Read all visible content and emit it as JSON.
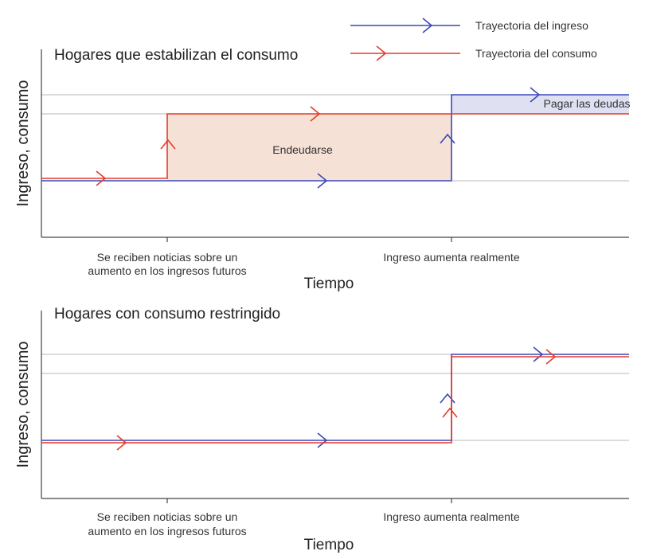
{
  "colors": {
    "income": "#3a48b8",
    "consumption": "#e43b2b",
    "borrow_fill": "#f6e1d6",
    "repay_fill": "#dfe1f2",
    "grid": "#b8b8b8"
  },
  "legend": [
    {
      "label": "Trayectoria del ingreso",
      "series": "income"
    },
    {
      "label": "Trayectoria del consumo",
      "series": "consumption"
    }
  ],
  "chart_data": [
    {
      "type": "line",
      "title": "Hogares que estabilizan el consumo",
      "xlabel": "Tiempo",
      "ylabel": "Ingreso, consumo",
      "x_ticks": [
        {
          "t": 1,
          "label": [
            "Se reciben noticias sobre un",
            "aumento en los ingresos futuros"
          ]
        },
        {
          "t": 3,
          "label": [
            "Ingreso aumenta realmente"
          ]
        }
      ],
      "grid_levels": [
        1.0,
        2.0,
        2.3
      ],
      "series": [
        {
          "name": "income",
          "steps": [
            {
              "t0": 0,
              "t1": 3,
              "v": 1.0
            },
            {
              "t0": 3,
              "t1": 4.7,
              "v": 2.3
            }
          ]
        },
        {
          "name": "consumption",
          "steps": [
            {
              "t0": 0,
              "t1": 1,
              "v": 1.03
            },
            {
              "t0": 1,
              "t1": 4.7,
              "v": 2.0
            }
          ]
        }
      ],
      "regions": [
        {
          "label": "Endeudarse",
          "t0": 1,
          "t1": 3,
          "v0": 1.0,
          "v1": 2.0,
          "fill": "borrow_fill"
        },
        {
          "label": "Pagar las deudas",
          "t0": 3,
          "t1": 4.7,
          "v0": 2.0,
          "v1": 2.3,
          "fill": "repay_fill"
        }
      ],
      "xlim": [
        0,
        4.7
      ],
      "ylim": [
        0.2,
        3.0
      ]
    },
    {
      "type": "line",
      "title": "Hogares con consumo restringido",
      "xlabel": "Tiempo",
      "ylabel": "Ingreso, consumo",
      "x_ticks": [
        {
          "t": 1,
          "label": [
            "Se reciben noticias sobre un",
            "aumento en los ingresos futuros"
          ]
        },
        {
          "t": 3,
          "label": [
            "Ingreso aumenta realmente"
          ]
        }
      ],
      "grid_levels": [
        1.0,
        2.0,
        2.3
      ],
      "series": [
        {
          "name": "income",
          "steps": [
            {
              "t0": 0,
              "t1": 3,
              "v": 1.0
            },
            {
              "t0": 3,
              "t1": 4.7,
              "v": 2.3
            }
          ]
        },
        {
          "name": "consumption",
          "steps": [
            {
              "t0": 0,
              "t1": 3,
              "v": 0.97
            },
            {
              "t0": 3,
              "t1": 4.7,
              "v": 2.27
            }
          ]
        }
      ],
      "regions": [],
      "xlim": [
        0,
        4.7
      ],
      "ylim": [
        0.2,
        3.0
      ]
    }
  ]
}
